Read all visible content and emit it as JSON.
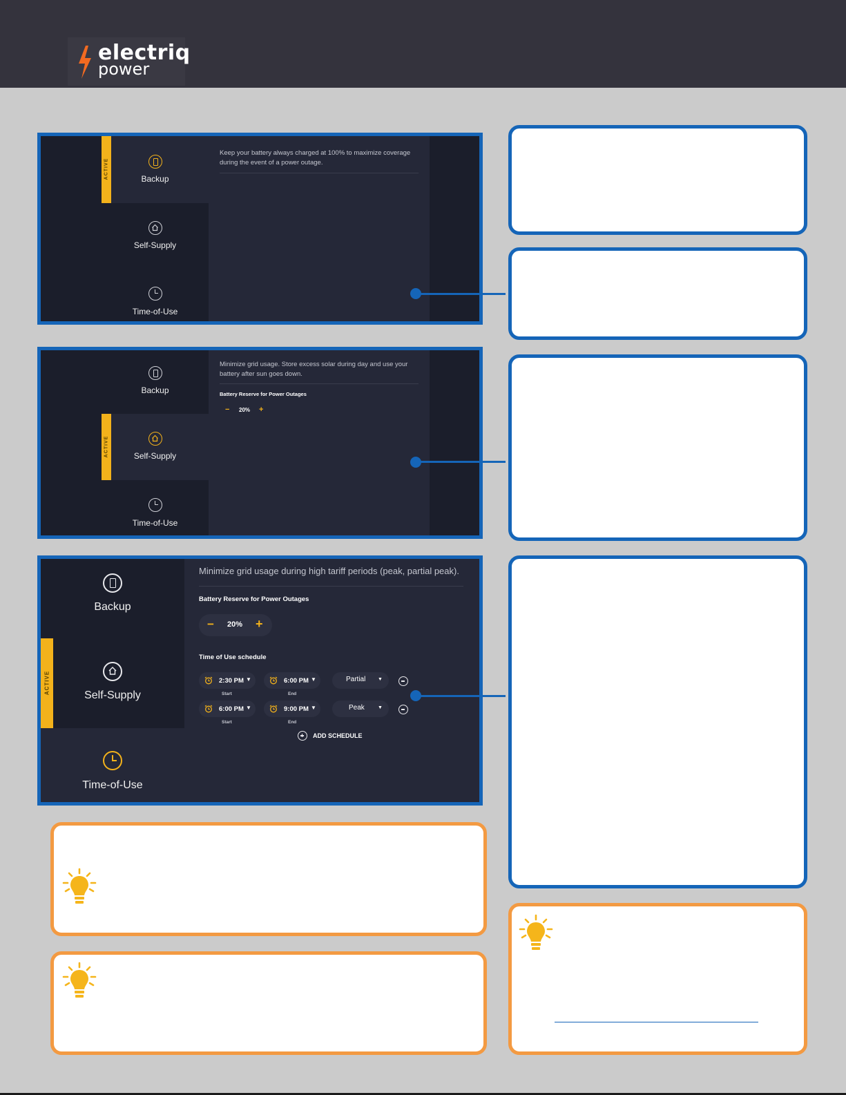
{
  "header": {
    "logo_top": "electriq",
    "logo_bottom": "power"
  },
  "panel1": {
    "tabs": [
      "Backup",
      "Self-Supply",
      "Time-of-Use"
    ],
    "active_label": "ACTIVE",
    "description": "Keep your battery always charged at 100% to maximize coverage during the event of a power outage."
  },
  "panel2": {
    "tabs": [
      "Backup",
      "Self-Supply",
      "Time-of-Use"
    ],
    "active_label": "ACTIVE",
    "description": "Minimize grid usage. Store excess solar during day and use your battery after sun goes down.",
    "reserve_title": "Battery Reserve for Power Outages",
    "reserve_minus": "−",
    "reserve_value": "20%",
    "reserve_plus": "+"
  },
  "panel3": {
    "tabs": [
      "Backup",
      "Self-Supply",
      "Time-of-Use"
    ],
    "active_label": "ACTIVE",
    "description": "Minimize grid usage during high tariff periods (peak, partial peak).",
    "reserve_title": "Battery Reserve for Power Outages",
    "reserve_minus": "−",
    "reserve_value": "20%",
    "reserve_plus": "+",
    "schedule_title": "Time of Use schedule",
    "schedules": [
      {
        "start": "2:30 PM",
        "start_label": "Start",
        "end": "6:00 PM",
        "end_label": "End",
        "tariff": "Partial"
      },
      {
        "start": "6:00 PM",
        "start_label": "Start",
        "end": "9:00 PM",
        "end_label": "End",
        "tariff": "Peak"
      }
    ],
    "add_schedule": "ADD SCHEDULE"
  },
  "colors": {
    "accent": "#f3b21b",
    "frame_blue": "#1565b8",
    "tip_orange": "#f39a42",
    "header_bg": "#34333d"
  },
  "icons": [
    "bolt-icon",
    "battery-icon",
    "house-icon",
    "clock-icon",
    "alarm-icon",
    "chevron-down-icon",
    "remove-circle-icon",
    "add-circle-icon",
    "lightbulb-icon"
  ]
}
